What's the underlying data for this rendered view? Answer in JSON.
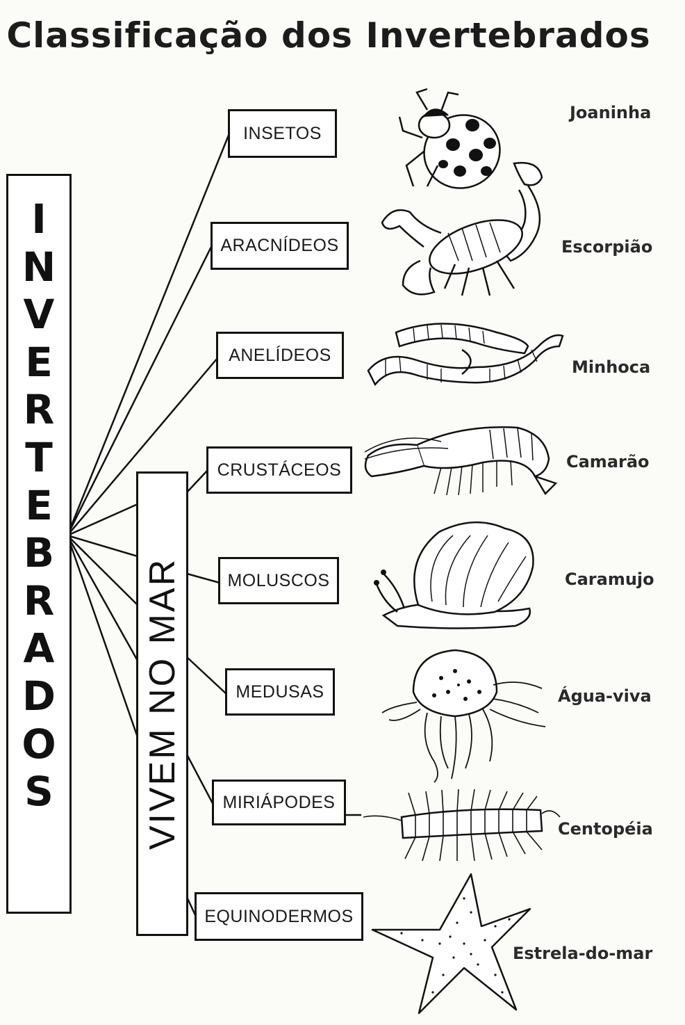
{
  "title": "Classificação dos Invertebrados",
  "main_label": "INVERTEBRADOS",
  "sea_label": "VIVEM NO MAR",
  "groups": [
    "INSETOS",
    "ARACNÍDEOS",
    "ANELÍDEOS",
    "CRUSTÁCEOS",
    "MOLUSCOS",
    "MEDUSAS",
    "MIRIÁPODES",
    "EQUINODERMOS"
  ],
  "animals": [
    "Joaninha",
    "Escorpião",
    "Minhoca",
    "Camarão",
    "Caramujo",
    "Água-viva",
    "Centopéia",
    "Estrela-do-mar"
  ],
  "icons": [
    "ladybug-icon",
    "scorpion-icon",
    "earthworm-icon",
    "shrimp-icon",
    "snail-icon",
    "jellyfish-icon",
    "centipede-icon",
    "starfish-icon"
  ],
  "colors": {
    "ink": "#111111",
    "paper": "#fbfbf8"
  }
}
